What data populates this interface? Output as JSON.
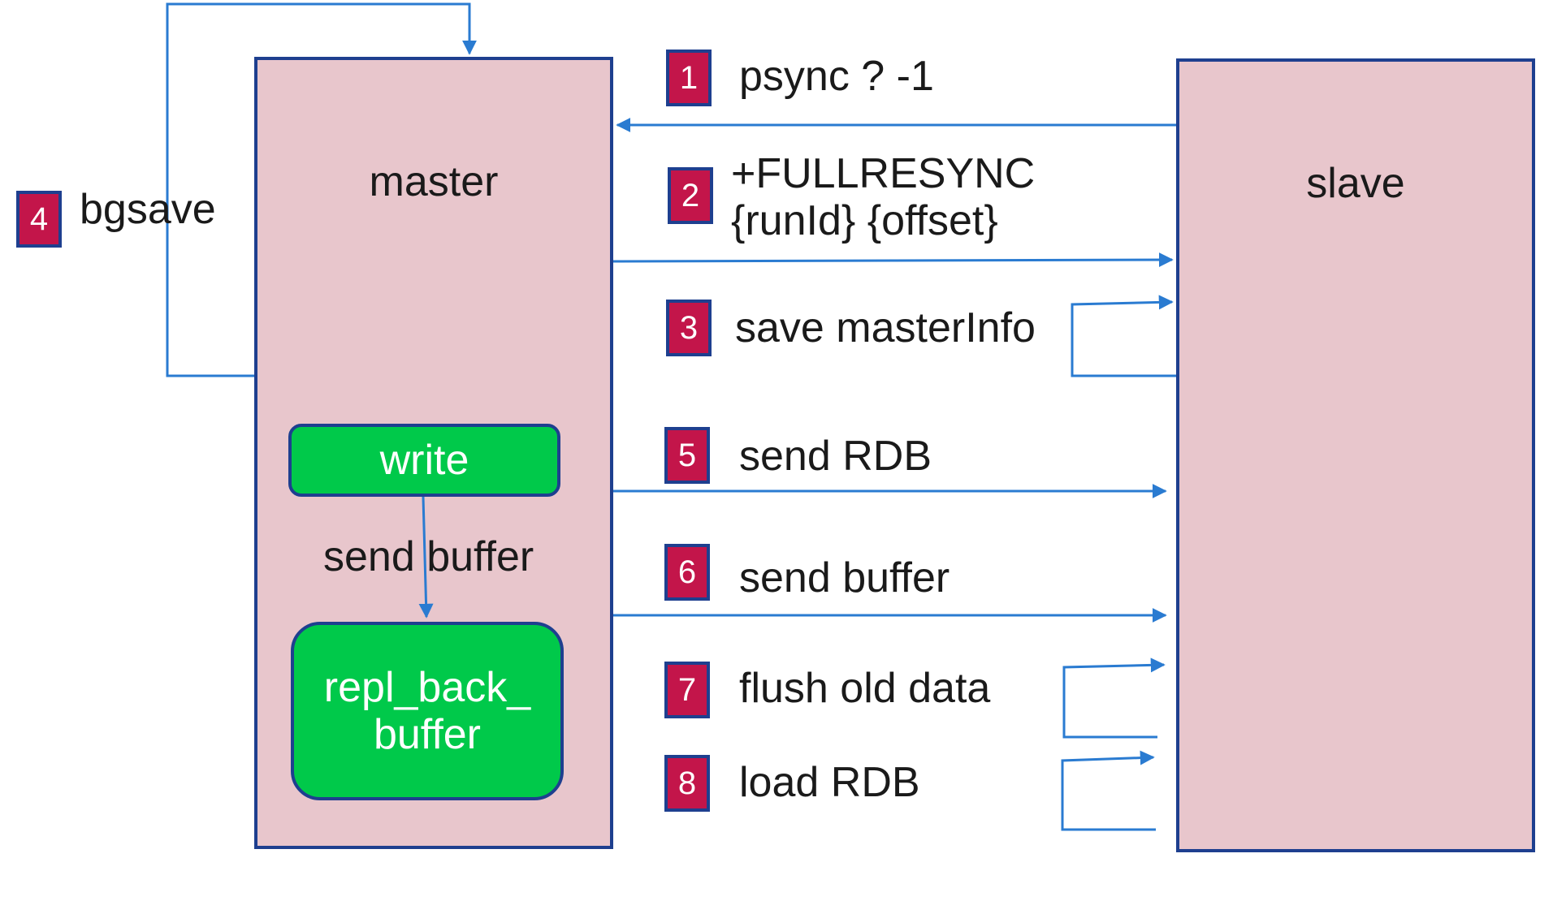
{
  "colors": {
    "box_fill": "#e8c6cc",
    "box_border": "#1e3f8f",
    "arrow": "#2a7bd1",
    "badge": "#c3154a",
    "buffer_fill": "#00c94a"
  },
  "master": {
    "title": "master",
    "write_label": "write",
    "send_buffer_label": "send buffer",
    "repl_buffer_line1": "repl_back_",
    "repl_buffer_line2": "buffer"
  },
  "slave": {
    "title": "slave"
  },
  "steps": [
    {
      "number": "1",
      "label": "psync ? -1"
    },
    {
      "number": "2",
      "label_line1": "+FULLRESYNC",
      "label_line2": "{runId} {offset}"
    },
    {
      "number": "3",
      "label": "save masterInfo"
    },
    {
      "number": "4",
      "label": "bgsave"
    },
    {
      "number": "5",
      "label": "send RDB"
    },
    {
      "number": "6",
      "label": "send buffer"
    },
    {
      "number": "7",
      "label": "flush old data"
    },
    {
      "number": "8",
      "label": "load RDB"
    }
  ]
}
